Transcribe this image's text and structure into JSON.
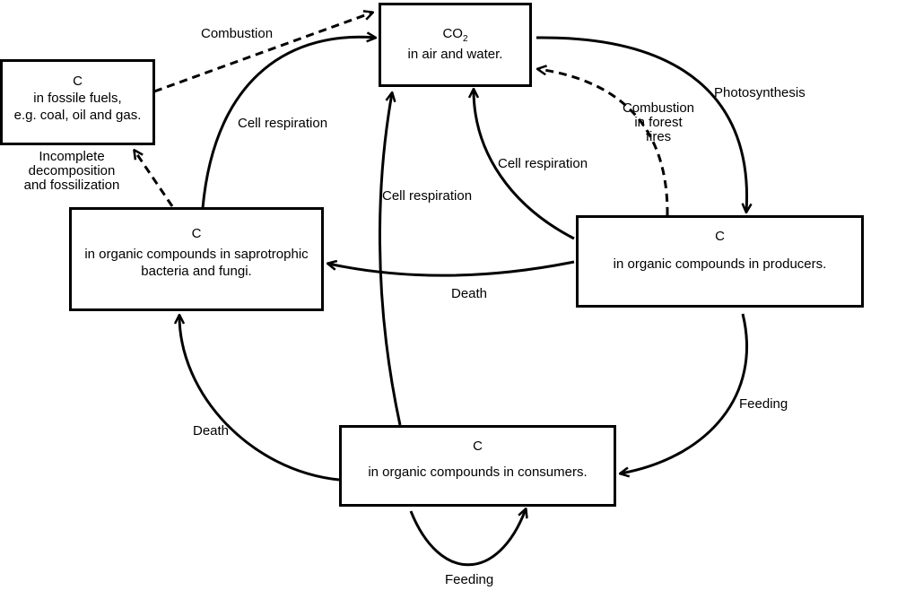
{
  "boxes": {
    "co2": {
      "title_main": "CO",
      "title_sub": "2",
      "line2": "in air and water."
    },
    "fossil": {
      "line1": "C",
      "line2": "in fossile fuels,",
      "line3": "e.g. coal, oil and gas."
    },
    "saprotrophs": {
      "line1": "C",
      "line2": "in organic compounds in saprotrophic",
      "line3": "bacteria and fungi."
    },
    "producers": {
      "line1": "C",
      "line2": "in organic compounds in producers."
    },
    "consumers": {
      "line1": "C",
      "line2": "in organic compounds in consumers."
    }
  },
  "labels": {
    "combustion": "Combustion",
    "cell_resp_sapro": "Cell respiration",
    "incomplete_1": "Incomplete",
    "incomplete_2": "decomposition",
    "incomplete_3": "and fossilization",
    "cell_resp_consumers": "Cell respiration",
    "cell_resp_producers": "Cell respiration",
    "combustion_forest_1": "Combustion",
    "combustion_forest_2": "in forest",
    "combustion_forest_3": "fires",
    "photosynthesis": "Photosynthesis",
    "death_producers": "Death",
    "death_consumers": "Death",
    "feeding_producers": "Feeding",
    "feeding_consumers": "Feeding"
  },
  "colors": {
    "line": "#000000",
    "background": "#ffffff"
  }
}
